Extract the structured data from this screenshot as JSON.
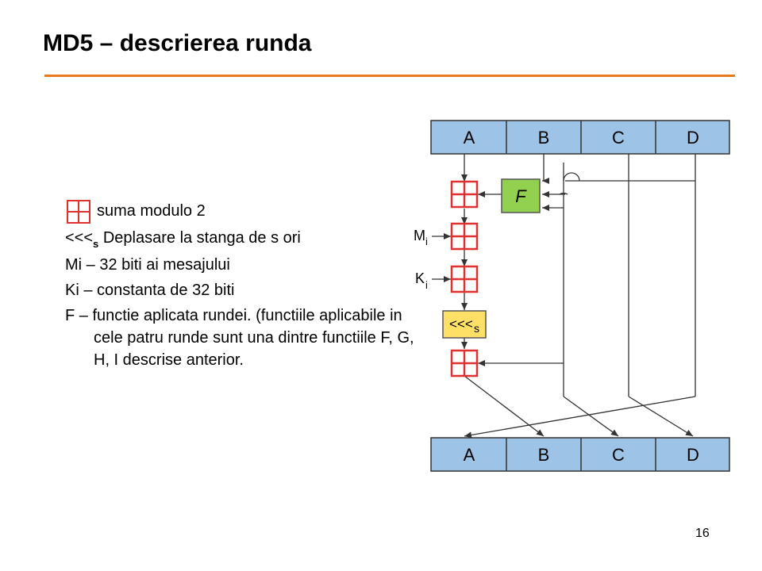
{
  "title": "MD5 – descrierea runda",
  "page_number": "16",
  "legend": {
    "xor_text": "suma modulo 2",
    "shift_symbol": "<<<",
    "shift_subscript": "s",
    "shift_text": "Deplasare la stanga de s ori",
    "mi_text": "Mi – 32 biti ai mesajului",
    "ki_text": "Ki – constanta de 32 biti",
    "f_text": "F – functie aplicata rundei. (functiile aplicabile in cele patru runde sunt una dintre functiile F, G, H, I descrise anterior."
  },
  "diagram": {
    "top_registers": [
      "A",
      "B",
      "C",
      "D"
    ],
    "bottom_registers": [
      "A",
      "B",
      "C",
      "D"
    ],
    "f_label": "F",
    "m_label": "M",
    "m_subscript": "i",
    "k_label": "K",
    "k_subscript": "i",
    "shift_label": "<<<",
    "shift_subscript": "s",
    "colors": {
      "register_fill": "#9dc3e6",
      "f_fill": "#92d050",
      "shift_fill": "#ffe066",
      "adder": "#e03030",
      "accent": "#e87a1e"
    }
  }
}
